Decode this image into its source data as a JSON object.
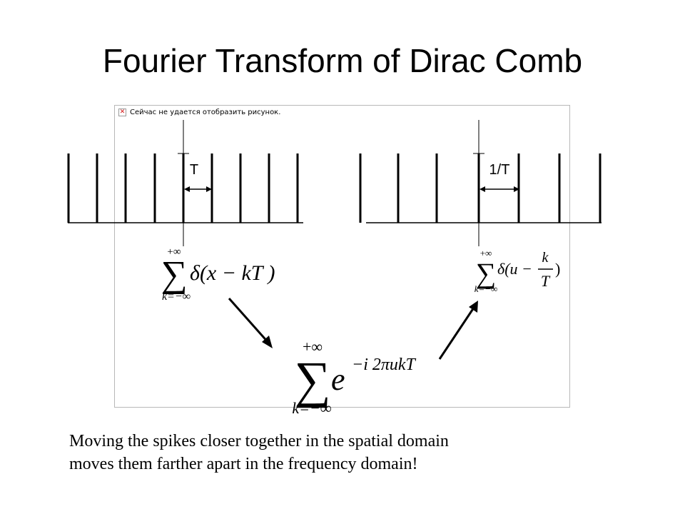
{
  "slide": {
    "title": "Fourier Transform of Dirac Comb",
    "broken_image_text": "Сейчас не удается отобразить рисунок.",
    "broken_image_icon": "broken-image-icon",
    "spatial_comb": {
      "period_label": "T"
    },
    "frequency_comb": {
      "period_label": "1/T"
    },
    "formulas": {
      "left": {
        "upper": "+∞",
        "lower": "k=−∞",
        "body": "δ(x − kT )"
      },
      "right": {
        "upper": "+∞",
        "lower": "k=−∞",
        "prefix": "δ(u −",
        "numerator": "k",
        "denominator": "T",
        "suffix": ")"
      },
      "center": {
        "upper": "+∞",
        "lower": "k=−∞",
        "base": "e",
        "exponent": "−i 2πukT"
      }
    },
    "caption": [
      "Moving the spikes closer together in the spatial domain",
      "moves them farther apart in the frequency domain!"
    ]
  }
}
